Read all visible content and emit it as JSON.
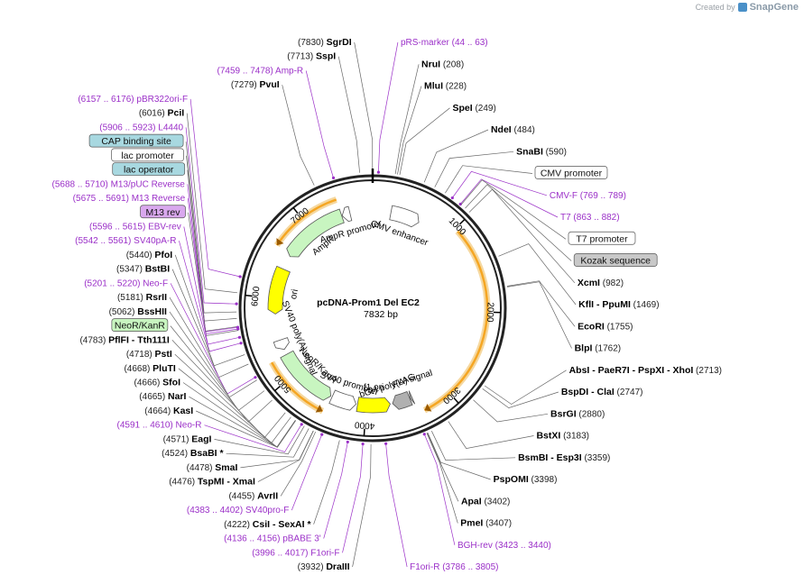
{
  "brand": {
    "created_by": "Created by",
    "name": "SnapGene"
  },
  "plasmid": {
    "name": "pcDNA-Prom1 Del EC2",
    "length_label": "7832 bp",
    "length": 7832
  },
  "colors": {
    "enzyme": "#000000",
    "primer": "#9b30c8",
    "leader": "#666666",
    "backbone": "#222222",
    "arrow_green": "#c8f5c0",
    "arrow_yellow": "#ffff00",
    "cds_orange": "#f5a623"
  },
  "ticks": [
    {
      "pos": 1000,
      "label": "1000"
    },
    {
      "pos": 2000,
      "label": "2000"
    },
    {
      "pos": 3000,
      "label": "3000"
    },
    {
      "pos": 4000,
      "label": "4000"
    },
    {
      "pos": 5000,
      "label": "5000"
    },
    {
      "pos": 6000,
      "label": "6000"
    },
    {
      "pos": 7000,
      "label": "7000"
    }
  ],
  "features": [
    {
      "name": "CMV enhancer",
      "start": 235,
      "end": 614,
      "dir": 1,
      "style": "white"
    },
    {
      "name": "AmpR promoter",
      "start": 7435,
      "end": 7540,
      "dir": -1,
      "style": "white"
    },
    {
      "name": "AmpR",
      "start": 6570,
      "end": 7430,
      "dir": -1,
      "style": "green"
    },
    {
      "name": "ori",
      "start": 5800,
      "end": 6389,
      "dir": -1,
      "style": "yellow"
    },
    {
      "name": "SV40 poly(A) signal",
      "start": 5330,
      "end": 5460,
      "dir": -1,
      "style": "white"
    },
    {
      "name": "NeoR/KanR",
      "start": 4470,
      "end": 5260,
      "dir": -1,
      "style": "green"
    },
    {
      "name": "SV40 promoter",
      "start": 4130,
      "end": 4450,
      "dir": -1,
      "style": "white"
    },
    {
      "name": "f1 ori",
      "start": 3690,
      "end": 4110,
      "dir": -1,
      "style": "yellow"
    },
    {
      "name": "bGH poly(A) signal",
      "start": 3430,
      "end": 3660,
      "dir": 1,
      "style": "gray"
    },
    {
      "name": "FLAG",
      "start": 3400,
      "end": 3424,
      "dir": 1,
      "style": "gray"
    }
  ],
  "cds": [
    {
      "start": 1040,
      "end": 3330,
      "dir": 1
    },
    {
      "start": 6600,
      "end": 7430,
      "dir": -1
    },
    {
      "start": 4480,
      "end": 5260,
      "dir": -1
    }
  ],
  "annotations": [
    {
      "pos": 7830,
      "text": "(7830)",
      "name": "SgrDI",
      "type": "enzyme"
    },
    {
      "pos": 7713,
      "text": "(7713)",
      "name": "SspI",
      "type": "enzyme"
    },
    {
      "pos": 7468,
      "range": "(7459 .. 7478)",
      "name": "Amp-R",
      "type": "primer"
    },
    {
      "pos": 7279,
      "text": "(7279)",
      "name": "PvuI",
      "type": "enzyme"
    },
    {
      "pos": 6166,
      "range": "(6157 .. 6176)",
      "name": "pBR322ori-F",
      "type": "primer"
    },
    {
      "pos": 6016,
      "text": "(6016)",
      "name": "PciI",
      "type": "enzyme"
    },
    {
      "pos": 5914,
      "range": "(5906 .. 5923)",
      "name": "L4440",
      "type": "primer"
    },
    {
      "pos": 5840,
      "name": "CAP binding site",
      "type": "box",
      "fill": "#a8d8e0"
    },
    {
      "pos": 5780,
      "name": "lac promoter",
      "type": "box",
      "fill": "#ffffff"
    },
    {
      "pos": 5699,
      "range": "(5688 .. 5710)",
      "name": "M13/pUC Reverse",
      "type": "primer"
    },
    {
      "pos": 5705,
      "name": "lac operator",
      "type": "box",
      "fill": "#a8d8e0"
    },
    {
      "pos": 5683,
      "range": "(5675 .. 5691)",
      "name": "M13 Reverse",
      "type": "primer"
    },
    {
      "pos": 5670,
      "name": "M13 rev",
      "type": "box",
      "fill": "#d9a8ee"
    },
    {
      "pos": 5605,
      "range": "(5596 .. 5615)",
      "name": "EBV-rev",
      "type": "primer"
    },
    {
      "pos": 5551,
      "range": "(5542 .. 5561)",
      "name": "SV40pA-R",
      "type": "primer"
    },
    {
      "pos": 5440,
      "text": "(5440)",
      "name": "PfoI",
      "type": "enzyme"
    },
    {
      "pos": 5347,
      "text": "(5347)",
      "name": "BstBI",
      "type": "enzyme"
    },
    {
      "pos": 5210,
      "range": "(5201 .. 5220)",
      "name": "Neo-F",
      "type": "primer"
    },
    {
      "pos": 5181,
      "text": "(5181)",
      "name": "RsrII",
      "type": "enzyme"
    },
    {
      "pos": 5062,
      "text": "(5062)",
      "name": "BssHII",
      "type": "enzyme"
    },
    {
      "pos": 4950,
      "name": "NeoR/KanR",
      "type": "box",
      "fill": "#c8f5c0"
    },
    {
      "pos": 4783,
      "text": "(4783)",
      "name": "PflFI  - Tth111I",
      "type": "enzyme"
    },
    {
      "pos": 4718,
      "text": "(4718)",
      "name": "PstI",
      "type": "enzyme"
    },
    {
      "pos": 4668,
      "text": "(4668)",
      "name": "PluTI",
      "type": "enzyme"
    },
    {
      "pos": 4666,
      "text": "(4666)",
      "name": "SfoI",
      "type": "enzyme"
    },
    {
      "pos": 4665,
      "text": "(4665)",
      "name": "NarI",
      "type": "enzyme"
    },
    {
      "pos": 4664,
      "text": "(4664)",
      "name": "KasI",
      "type": "enzyme"
    },
    {
      "pos": 4600,
      "range": "(4591 .. 4610)",
      "name": "Neo-R",
      "type": "primer"
    },
    {
      "pos": 4571,
      "text": "(4571)",
      "name": "EagI",
      "type": "enzyme"
    },
    {
      "pos": 4524,
      "text": "(4524)",
      "name": "BsaBI *",
      "type": "enzyme"
    },
    {
      "pos": 4478,
      "text": "(4478)",
      "name": "SmaI",
      "type": "enzyme"
    },
    {
      "pos": 4476,
      "text": "(4476)",
      "name": "TspMI  - XmaI",
      "type": "enzyme"
    },
    {
      "pos": 4455,
      "text": "(4455)",
      "name": "AvrII",
      "type": "enzyme"
    },
    {
      "pos": 4392,
      "range": "(4383 .. 4402)",
      "name": "SV40pro-F",
      "type": "primer"
    },
    {
      "pos": 4222,
      "text": "(4222)",
      "name": "CsiI  - SexAI *",
      "type": "enzyme"
    },
    {
      "pos": 4146,
      "range": "(4136 .. 4156)",
      "name": "pBABE 3'",
      "type": "primer"
    },
    {
      "pos": 4006,
      "range": "(3996 .. 4017)",
      "name": "F1ori-F",
      "type": "primer"
    },
    {
      "pos": 3932,
      "text": "(3932)",
      "name": "DraIII",
      "type": "enzyme"
    },
    {
      "pos": 3795,
      "range": "(3786 .. 3805)",
      "name": "F1ori-R",
      "type": "primer"
    },
    {
      "pos": 3431,
      "range": "(3423 .. 3440)",
      "name": "BGH-rev",
      "type": "primer"
    },
    {
      "pos": 3407,
      "text": "(3407)",
      "name": "PmeI",
      "type": "enzyme"
    },
    {
      "pos": 3402,
      "text": "(3402)",
      "name": "ApaI",
      "type": "enzyme"
    },
    {
      "pos": 3398,
      "text": "(3398)",
      "name": "PspOMI",
      "type": "enzyme"
    },
    {
      "pos": 3359,
      "text": "(3359)",
      "name": "BsmBI  - Esp3I",
      "type": "enzyme"
    },
    {
      "pos": 3183,
      "text": "(3183)",
      "name": "BstXI",
      "type": "enzyme"
    },
    {
      "pos": 2880,
      "text": "(2880)",
      "name": "BsrGI",
      "type": "enzyme"
    },
    {
      "pos": 2747,
      "text": "(2747)",
      "name": "BspDI  - ClaI",
      "type": "enzyme"
    },
    {
      "pos": 2713,
      "text": "(2713)",
      "name": "AbsI  - PaeR7I  - PspXI  - XhoI",
      "type": "enzyme"
    },
    {
      "pos": 1762,
      "text": "(1762)",
      "name": "BlpI",
      "type": "enzyme"
    },
    {
      "pos": 1755,
      "text": "(1755)",
      "name": "EcoRI",
      "type": "enzyme"
    },
    {
      "pos": 1469,
      "text": "(1469)",
      "name": "KflI  - PpuMI",
      "type": "enzyme"
    },
    {
      "pos": 982,
      "text": "(982)",
      "name": "XcmI",
      "type": "enzyme"
    },
    {
      "pos": 930,
      "name": "Kozak sequence",
      "type": "box",
      "fill": "#c8c8c8"
    },
    {
      "pos": 880,
      "name": "T7 promoter",
      "type": "box",
      "fill": "#ffffff"
    },
    {
      "pos": 872,
      "range": "(863 .. 882)",
      "name": "T7",
      "type": "primer"
    },
    {
      "pos": 779,
      "range": "(769 .. 789)",
      "name": "CMV-F",
      "type": "primer"
    },
    {
      "pos": 700,
      "name": "CMV promoter",
      "type": "box",
      "fill": "#ffffff"
    },
    {
      "pos": 590,
      "text": "(590)",
      "name": "SnaBI",
      "type": "enzyme"
    },
    {
      "pos": 484,
      "text": "(484)",
      "name": "NdeI",
      "type": "enzyme"
    },
    {
      "pos": 249,
      "text": "(249)",
      "name": "SpeI",
      "type": "enzyme"
    },
    {
      "pos": 228,
      "text": "(228)",
      "name": "MluI",
      "type": "enzyme"
    },
    {
      "pos": 208,
      "text": "(208)",
      "name": "NruI",
      "type": "enzyme"
    },
    {
      "pos": 53,
      "range": "(44 .. 63)",
      "name": "pRS-marker",
      "type": "primer"
    }
  ]
}
